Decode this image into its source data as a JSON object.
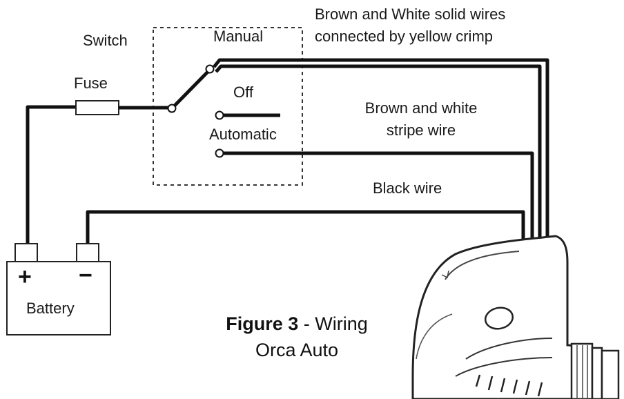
{
  "labels": {
    "switch": "Switch",
    "fuse": "Fuse",
    "manual": "Manual",
    "off": "Off",
    "automatic": "Automatic",
    "solid_wires_line1": "Brown and White solid wires",
    "solid_wires_line2": "connected by yellow crimp",
    "stripe_wire_line1": "Brown and white",
    "stripe_wire_line2": "stripe wire",
    "black_wire": "Black wire",
    "battery": "Battery",
    "positive": "+",
    "negative": "−"
  },
  "caption": {
    "figure": "Figure 3",
    "separator": " - Wiring",
    "line2": "Orca Auto"
  },
  "colors": {
    "wire": "#111111",
    "outline": "#222222",
    "background": "#ffffff"
  },
  "icons": [
    "fuse-icon",
    "switch-icon",
    "battery-icon",
    "bilge-pump-icon"
  ]
}
